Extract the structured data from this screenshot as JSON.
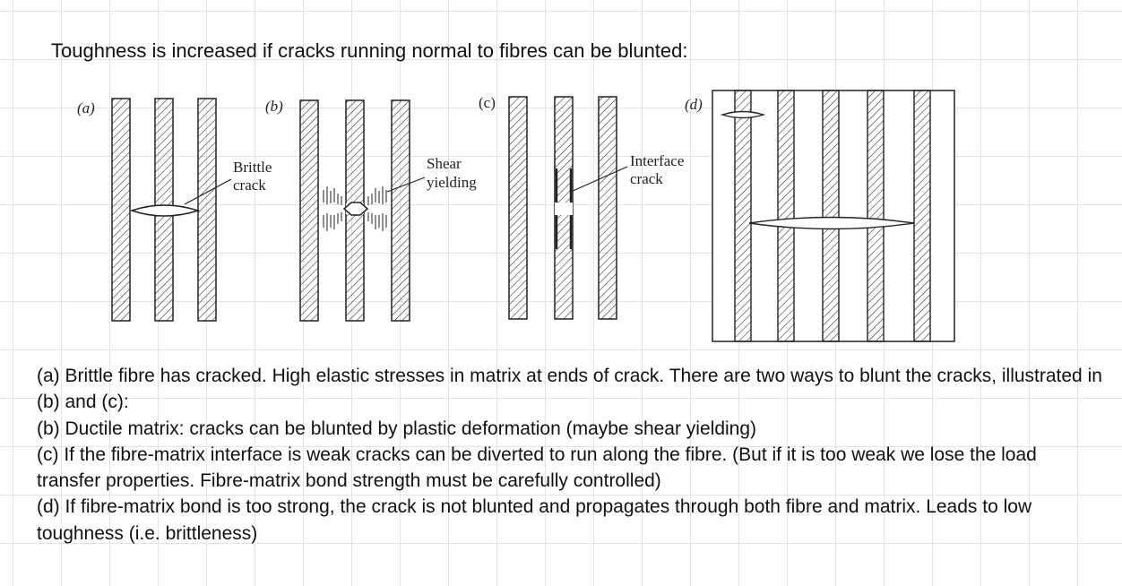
{
  "heading": "Toughness is increased if cracks running normal to fibres can be blunted:",
  "figure": {
    "panel_labels": [
      "(a)",
      "(b)",
      "(c)",
      "(d)"
    ],
    "annotations": {
      "brittle_line1": "Brittle",
      "brittle_line2": "crack",
      "shear_line1": "Shear",
      "shear_line2": "yielding",
      "interface_line1": "Interface",
      "interface_line2": "crack"
    }
  },
  "paragraphs": [
    "(a) Brittle fibre has cracked. High elastic stresses in matrix at ends of crack. There are two ways to blunt the cracks, illustrated in (b) and (c):",
    "(b) Ductile matrix: cracks can be blunted by plastic deformation (maybe shear yielding)",
    "(c) If the fibre-matrix interface is weak cracks can be diverted to run along the fibre. (But if it is too weak we lose the load transfer properties. Fibre-matrix bond strength must be carefully controlled)",
    "(d) If fibre-matrix bond is too strong, the crack is not blunted and propagates through both fibre and matrix. Leads to low toughness (i.e. brittleness)"
  ],
  "colors": {
    "ink": "#222222",
    "grid": "#e4e4e4"
  }
}
